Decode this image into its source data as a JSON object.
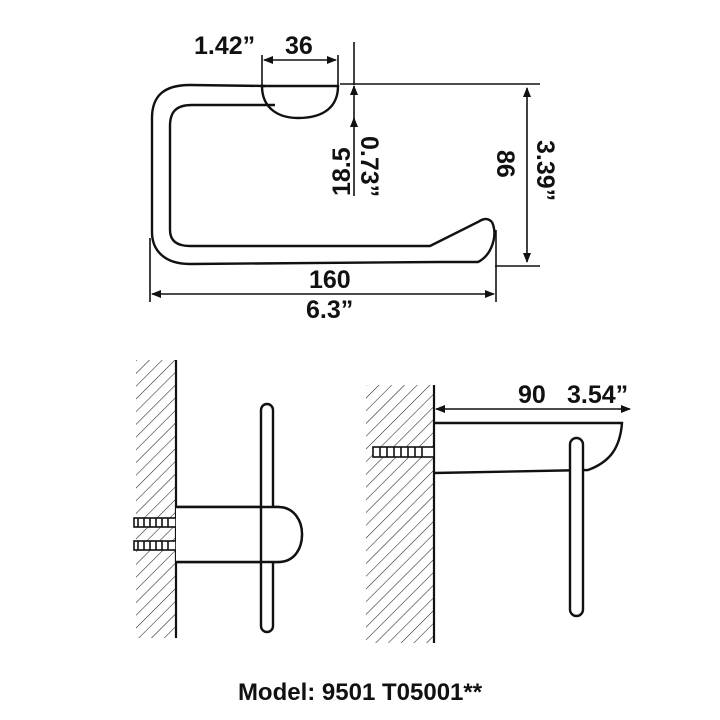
{
  "dimensions": {
    "top_width_in": "1.42”",
    "top_width_mm": "36",
    "gap_mm": "18.5",
    "gap_in": "0.73”",
    "height_mm": "86",
    "height_in": "3.39”",
    "length_mm": "160",
    "length_in": "6.3”",
    "depth_mm": "90",
    "depth_in": "3.54”"
  },
  "model_label": "Model: 9501 T05001**"
}
